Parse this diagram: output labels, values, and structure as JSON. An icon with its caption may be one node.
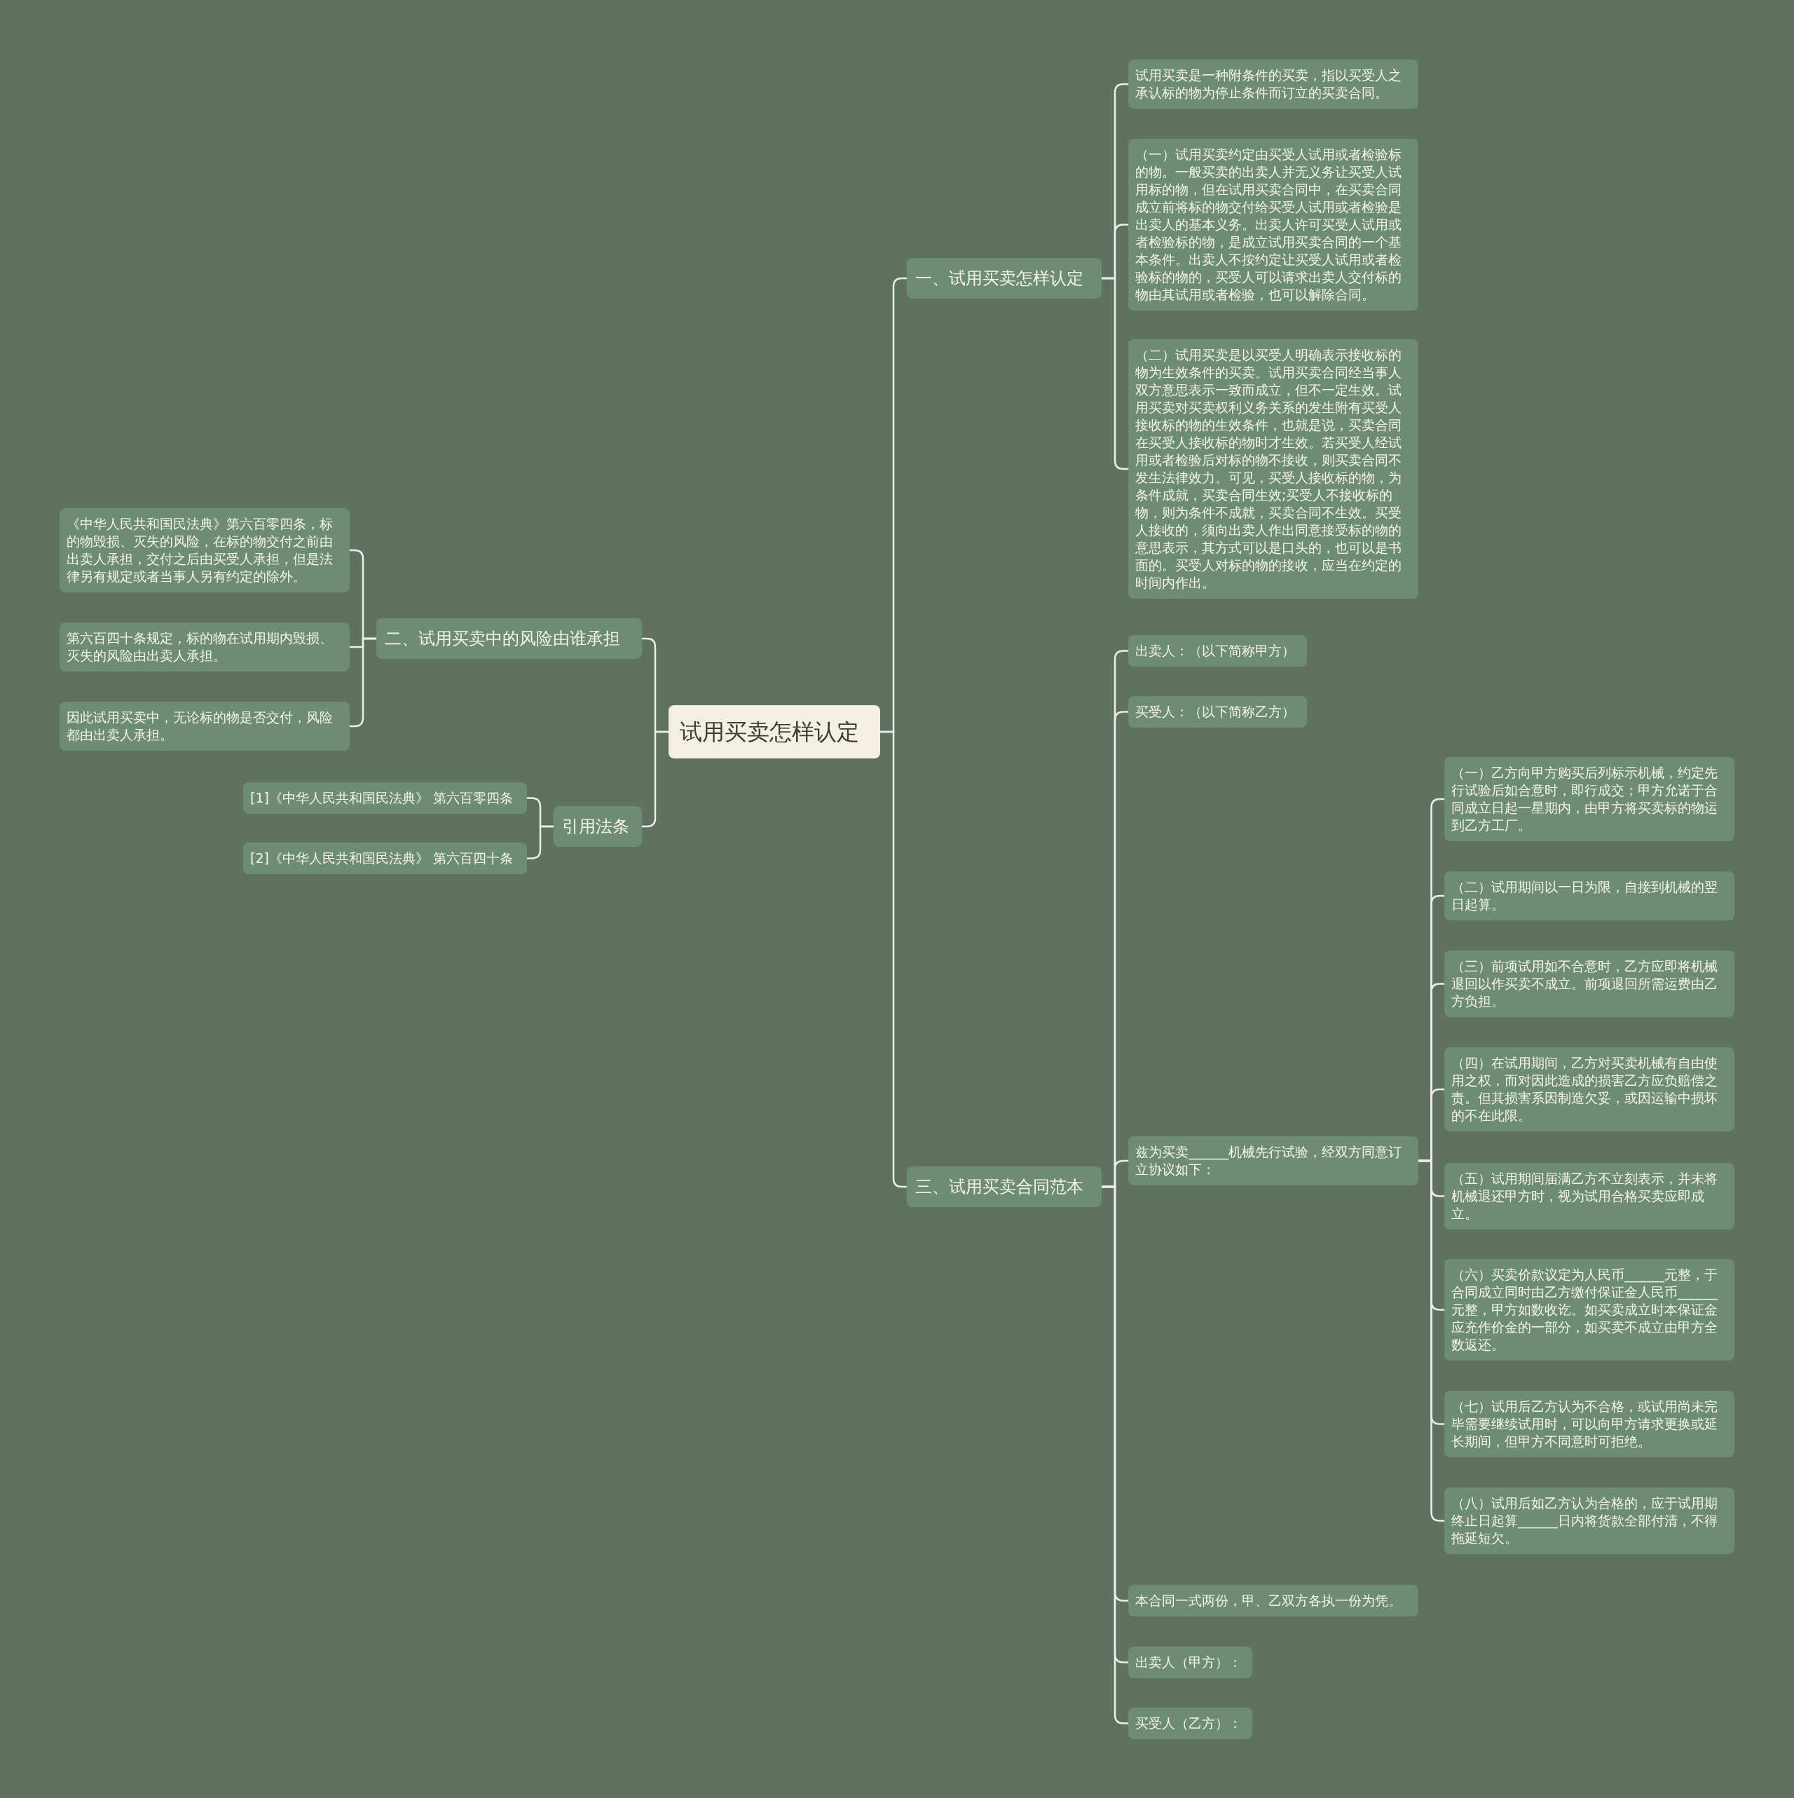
{
  "diagram": {
    "nodes": [
      {
        "text": [
          "试用买卖怎样认定"
        ]
      },
      {
        "text": [
          "一、试用买卖怎样认定"
        ]
      },
      {
        "text": [
          "试用买卖是一种附条件的买卖，指以买受人之承认标的物为停止条件而订立的买卖合同。"
        ]
      },
      {
        "text": [
          "（一）试用买卖约定由买受人试用或者检验标的物。一般买卖的出卖人并无义务让买受人试用标的物，但在试用买卖合同中，在买卖合同成立前将标的物交付给买受人试用或者检验是出卖人的基本义务。出卖人许可买受人试用或者检验标的物，是成立试用买卖合同的一个基本条件。出卖人不按约定让买受人试用或者检验标的物的，买受人可以请求出卖人交付标的物由其试用或者检验，也可以解除合同。"
        ]
      },
      {
        "text": [
          "（二）试用买卖是以买受人明确表示接收标的物为生效条件的买卖。试用买卖合同经当事人双方意思表示一致而成立，但不一定生效。试用买卖对买卖权利义务关系的发生附有买受人接收标的物的生效条件，也就是说，买卖合同在买受人接收标的物时才生效。若买受人经试用或者检验后对标的物不接收，则买卖合同不发生法律效力。可见，买受人接收标的物，为条件成就，买卖合同生效;买受人不接收标的物，则为条件不成就，买卖合同不生效。买受人接收的，须向出卖人作出同意接受标的物的意思表示，其方式可以是口头的，也可以是书面的。买受人对标的物的接收，应当在约定的时间内作出。"
        ]
      },
      {
        "text": [
          "二、试用买卖中的风险由谁承担"
        ]
      },
      {
        "text": [
          "《中华人民共和国民法典》第六百零四条，标的物毁损、灭失的风险，在标的物交付之前由出卖人承担，交付之后由买受人承担，但是法律另有规定或者当事人另有约定的除外。"
        ]
      },
      {
        "text": [
          "第六百四十条规定，标的物在试用期内毁损、灭失的风险由出卖人承担。"
        ]
      },
      {
        "text": [
          "因此试用买卖中，无论标的物是否交付，风险都由出卖人承担。"
        ]
      },
      {
        "text": [
          "引用法条"
        ]
      },
      {
        "text": [
          "[1]《中华人民共和国民法典》 第六百零四条"
        ]
      },
      {
        "text": [
          "[2]《中华人民共和国民法典》 第六百四十条"
        ]
      },
      {
        "text": [
          "三、试用买卖合同范本"
        ]
      },
      {
        "text": [
          "出卖人：（以下简称甲方）"
        ]
      },
      {
        "text": [
          "买受人：（以下简称乙方）"
        ]
      },
      {
        "text": [
          "兹为买卖______机械先行试验，经双方同意订立协议如下："
        ]
      },
      {
        "text": [
          "（一）乙方向甲方购买后列标示机械，约定先行试验后如合意时，即行成交；甲方允诺于合同成立日起一星期内，由甲方将买卖标的物运到乙方工厂。"
        ]
      },
      {
        "text": [
          "（二）试用期间以一日为限，自接到机械的翌日起算。"
        ]
      },
      {
        "text": [
          "（三）前项试用如不合意时，乙方应即将机械退回以作买卖不成立。前项退回所需运费由乙方负担。"
        ]
      },
      {
        "text": [
          "（四）在试用期间，乙方对买卖机械有自由使用之权，而对因此造成的损害乙方应负赔偿之责。但其损害系因制造欠妥，或因运输中损坏的不在此限。"
        ]
      },
      {
        "text": [
          "（五）试用期间届满乙方不立刻表示，并未将机械退还甲方时，视为试用合格买卖应即成立。"
        ]
      },
      {
        "text": [
          "（六）买卖价款议定为人民币______元整，于合同成立同时由乙方缴付保证金人民币______元整，甲方如数收讫。如买卖成立时本保证金应充作价金的一部分，如买卖不成立由甲方全数返还。"
        ]
      },
      {
        "text": [
          "（七）试用后乙方认为不合格，或试用尚未完毕需要继续试用时，可以向甲方请求更换或延长期间，但甲方不同意时可拒绝。"
        ]
      },
      {
        "text": [
          "（八）试用后如乙方认为合格的，应于试用期终止日起算______日内将货款全部付清，不得拖延短欠。"
        ]
      },
      {
        "text": [
          "本合同一式两份，甲、乙双方各执一份为凭。"
        ]
      },
      {
        "text": [
          "出卖人（甲方）："
        ]
      },
      {
        "text": [
          "买受人（乙方）："
        ]
      }
    ],
    "edges": [
      {
        "from": 0,
        "to": 1,
        "arrow": "none"
      },
      {
        "from": 0,
        "to": 5,
        "arrow": "none"
      },
      {
        "from": 0,
        "to": 9,
        "arrow": "none"
      },
      {
        "from": 0,
        "to": 12,
        "arrow": "none"
      },
      {
        "from": 1,
        "to": 2,
        "arrow": "none"
      },
      {
        "from": 1,
        "to": 3,
        "arrow": "none"
      },
      {
        "from": 1,
        "to": 4,
        "arrow": "none"
      },
      {
        "from": 5,
        "to": 6,
        "arrow": "none"
      },
      {
        "from": 5,
        "to": 7,
        "arrow": "none"
      },
      {
        "from": 5,
        "to": 8,
        "arrow": "none"
      },
      {
        "from": 9,
        "to": 10,
        "arrow": "none"
      },
      {
        "from": 9,
        "to": 11,
        "arrow": "none"
      },
      {
        "from": 12,
        "to": 13,
        "arrow": "none"
      },
      {
        "from": 12,
        "to": 14,
        "arrow": "none"
      },
      {
        "from": 12,
        "to": 15,
        "arrow": "none"
      },
      {
        "from": 12,
        "to": 24,
        "arrow": "none"
      },
      {
        "from": 12,
        "to": 25,
        "arrow": "none"
      },
      {
        "from": 12,
        "to": 26,
        "arrow": "none"
      },
      {
        "from": 15,
        "to": 16,
        "arrow": "none"
      },
      {
        "from": 15,
        "to": 17,
        "arrow": "none"
      },
      {
        "from": 15,
        "to": 18,
        "arrow": "none"
      },
      {
        "from": 15,
        "to": 19,
        "arrow": "none"
      },
      {
        "from": 15,
        "to": 20,
        "arrow": "none"
      },
      {
        "from": 15,
        "to": 21,
        "arrow": "none"
      },
      {
        "from": 15,
        "to": 22,
        "arrow": "none"
      },
      {
        "from": 15,
        "to": 23,
        "arrow": "none"
      }
    ]
  }
}
